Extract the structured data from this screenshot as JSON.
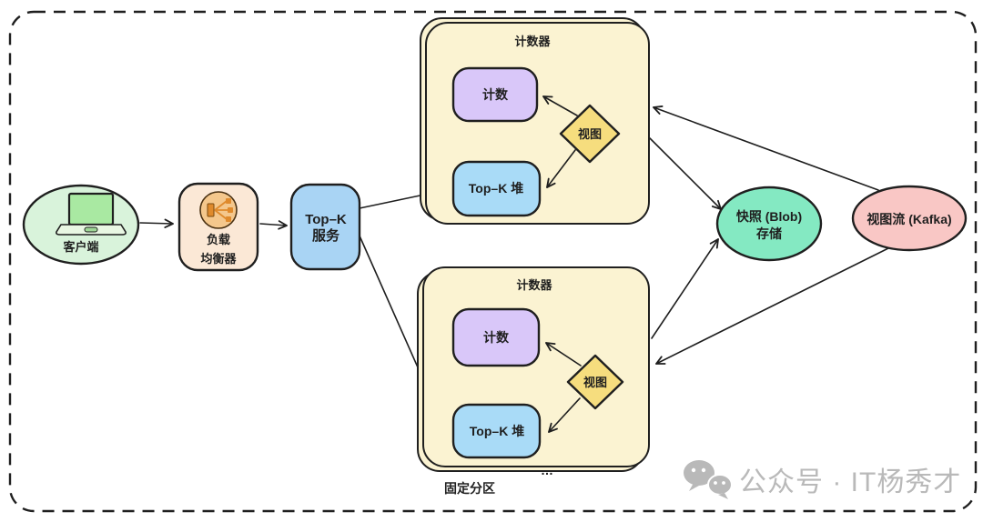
{
  "diagram": {
    "client": {
      "label": "客户端"
    },
    "load_balancer": {
      "line1": "负载",
      "line2": "均衡器"
    },
    "topk_service": {
      "line1": "Top–K",
      "line2": "服务"
    },
    "counter_top": {
      "title": "计数器",
      "count": "计数",
      "view": "视图",
      "heap": "Top–K 堆"
    },
    "counter_bottom": {
      "title": "计数器",
      "count": "计数",
      "view": "视图",
      "heap": "Top–K 堆"
    },
    "more_partitions": "…",
    "partition_label": "固定分区",
    "snapshot_store": {
      "line1": "快照 (Blob)",
      "line2": "存储"
    },
    "view_stream": {
      "label": "视图流 (Kafka)"
    }
  },
  "watermark": {
    "text": "公众号 · IT杨秀才"
  },
  "colors": {
    "client_fill": "#d9f3db",
    "laptop_screen": "#a9e9a2",
    "laptop_base": "#e9f7e3",
    "lb_fill": "#fbe8d6",
    "lb_circle_fill": "#f4c78c",
    "lb_glyph": "#df8a2c",
    "service_fill": "#a9d4f4",
    "counter_fill": "#fbf3d2",
    "count_fill": "#d9c7f9",
    "view_fill": "#f6dd7e",
    "heap_fill": "#a9dbf7",
    "storage_fill": "#84e9c2",
    "kafka_fill": "#f9c7c5",
    "stroke": "#1f1f1f",
    "watermark_gray": "#b9b9b9"
  }
}
